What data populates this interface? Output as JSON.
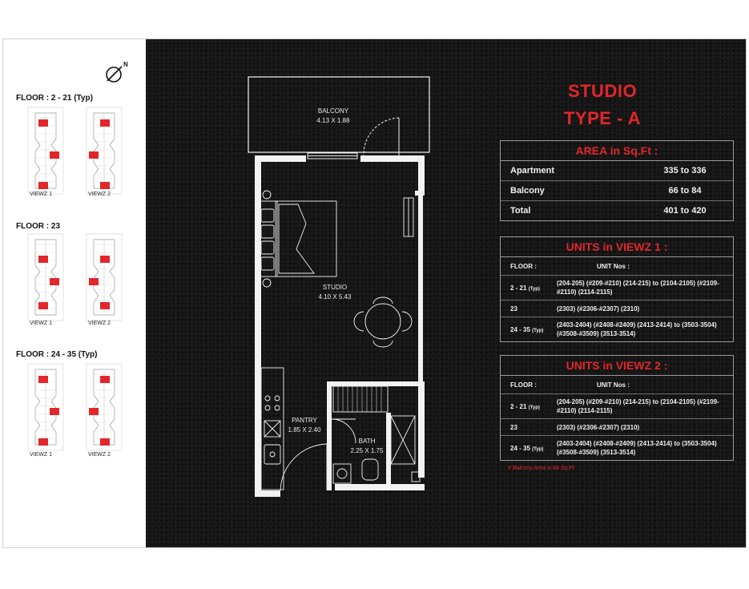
{
  "key_plan": {
    "floors": [
      {
        "label": "FLOOR : 2 - 21 (Typ)",
        "views": [
          "VIEWZ 1",
          "VIEWZ 2"
        ]
      },
      {
        "label": "FLOOR : 23",
        "views": [
          "VIEWZ 1",
          "VIEWZ 2"
        ]
      },
      {
        "label": "FLOOR : 24 - 35 (Typ)",
        "views": [
          "VIEWZ 1",
          "VIEWZ 2"
        ]
      }
    ],
    "north_label": "N"
  },
  "rooms": {
    "balcony": {
      "name": "BALCONY",
      "dims": "4.13 X 1.88"
    },
    "studio": {
      "name": "STUDIO",
      "dims": "4.10 X 5.43"
    },
    "pantry": {
      "name": "PANTRY",
      "dims": "1.85 X 2.40"
    },
    "bath": {
      "name": "BATH",
      "dims": "2.25 X 1.75"
    }
  },
  "title": {
    "line1": "STUDIO",
    "line2": "TYPE - A"
  },
  "area_table": {
    "heading": "AREA in Sq.Ft :",
    "rows": [
      {
        "label": "Apartment",
        "value": "335 to 336"
      },
      {
        "label": "Balcony",
        "value": "66 to 84"
      },
      {
        "label": "Total",
        "value": "401 to 420"
      }
    ]
  },
  "units_viewz1": {
    "heading": "UNITS in VIEWZ 1 :",
    "col_floor": "FLOOR :",
    "col_units": "UNIT Nos :",
    "rows": [
      {
        "floor": "2 - 21",
        "typ": "(Typ)",
        "units": "(204-205) (#209-#210) (214-215) to (2104-2105) (#2109-#2110) (2114-2115)"
      },
      {
        "floor": "23",
        "typ": "",
        "units": "(2303) (#2306-#2307) (2310)"
      },
      {
        "floor": "24 - 35",
        "typ": "(Typ)",
        "units": "(2403-2404) (#2408-#2409) (2413-2414) to (3503-3504) (#3508-#3509) (3513-3514)"
      }
    ]
  },
  "units_viewz2": {
    "heading": "UNITS in VIEWZ 2 :",
    "col_floor": "FLOOR :",
    "col_units": "UNIT Nos :",
    "rows": [
      {
        "floor": "2 - 21",
        "typ": "(Typ)",
        "units": "(204-205) (#209-#210) (214-215) to (2104-2105) (#2109-#2110) (2114-2115)"
      },
      {
        "floor": "23",
        "typ": "",
        "units": "(2303) (#2306-#2307) (2310)"
      },
      {
        "floor": "24 - 35",
        "typ": "(Typ)",
        "units": "(2403-2404) (#2408-#2409) (2413-2414) to (3503-3504) (#3508-#3509) (3513-3514)"
      }
    ]
  },
  "footnote": "# Balcony Area is 84 Sq.Ft",
  "colors": {
    "accent": "#e3262a",
    "panel": "#151515",
    "line": "#f2f2f2"
  }
}
